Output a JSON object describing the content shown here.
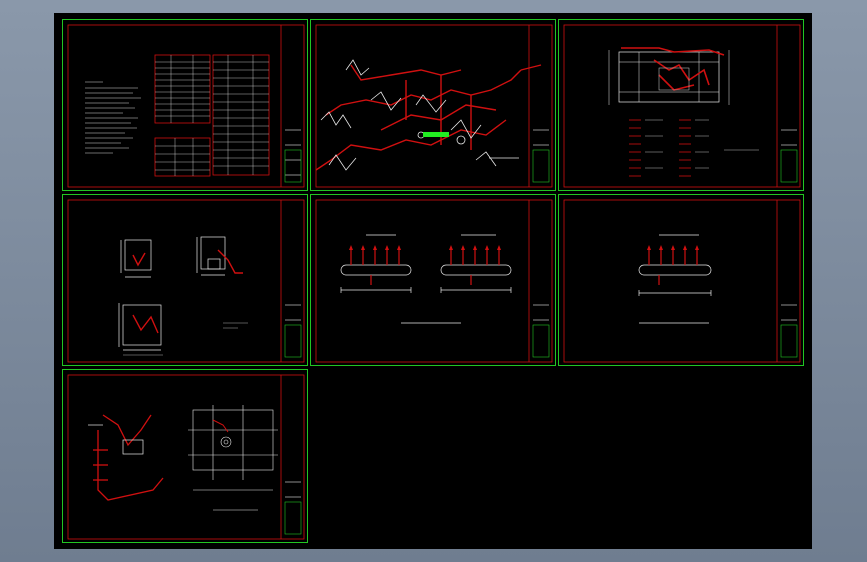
{
  "colors": {
    "background": "#000000",
    "sheet_border": "#22c522",
    "inner_border": "#d01010",
    "line_white": "#e8e8e8",
    "accent_green": "#22ee22"
  },
  "sheets": [
    {
      "id": "s1",
      "kind": "tables"
    },
    {
      "id": "s2",
      "kind": "piping-isometric"
    },
    {
      "id": "s3",
      "kind": "floor-plan"
    },
    {
      "id": "s4",
      "kind": "detail-blocks"
    },
    {
      "id": "s5",
      "kind": "headers-double"
    },
    {
      "id": "s6",
      "kind": "header-single"
    },
    {
      "id": "s7",
      "kind": "grid-plan"
    }
  ]
}
